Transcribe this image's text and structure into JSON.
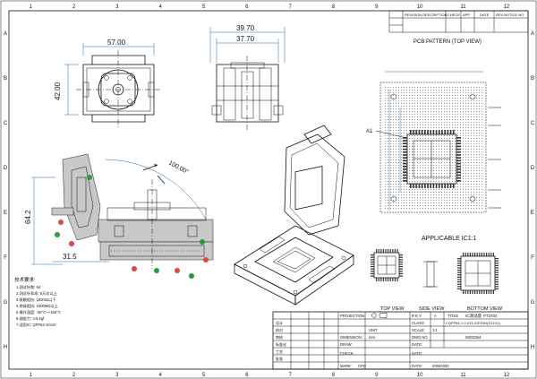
{
  "frame": {
    "col_numbers": [
      "1",
      "2",
      "3",
      "4",
      "5",
      "6",
      "7",
      "8",
      "9",
      "10",
      "11",
      "12"
    ],
    "row_letters": [
      "A",
      "B",
      "C",
      "D",
      "E",
      "F",
      "G",
      "H"
    ]
  },
  "revision_table": {
    "headers": [
      "REVISION DESCRIPTION",
      "CHECK",
      "APP",
      "DATE",
      "REV.NOTICE NO"
    ]
  },
  "views": {
    "top_width": "57.00",
    "top_height": "42.00",
    "side_outer": "39.70",
    "side_inner": "37.70",
    "section_height": "64.2",
    "section_width": "31.5",
    "open_angle": "100.00°",
    "pcb_title": "PCB PATTERN (TOP VIEW)",
    "applicable": "APPLICABLE IC1:1",
    "a1_label": "A1",
    "bottom_labels": [
      "TOP VIEW",
      "SIDE VIEW",
      "BOTTOM VIEW"
    ]
  },
  "notes": {
    "title": "技术要求:",
    "lines": [
      "1.测试针数: 64",
      "2.测试针寿命: 5万次以上",
      "3.接触阻抗: 100mΩ以下",
      "4.绝缘阻抗: 1000MΩ以上",
      "5.操作温度: -55°C~+150°C",
      "6.插拔力: 3-5 kgf",
      "7.适用IC: QFP64-10x10"
    ]
  },
  "title_block": {
    "part_no": "P73702",
    "title_label": "TITLE",
    "title_text": "IC测试座",
    "ic_label": "CQFP64-1.0-013-01F03H(1X1X1)",
    "class_label": "CLASS",
    "rev_label": "R E V",
    "rev_value": "A",
    "scale_label": "SCALE:",
    "scale_value": "1:1",
    "dwg_label": "DWG NO",
    "dwg_value": "0002364",
    "projection_label": "PROJECTION",
    "dimension_label": "DIMENSION:",
    "dimension_value": "mm",
    "draw_label": "DRAW:",
    "check_label": "CHECK:",
    "mark_label": "MARK:",
    "mark_value": "CPG",
    "date_label": "DATE:",
    "date_value": "20040320",
    "unit_label": "UNIT",
    "sign_labels": [
      "设计",
      "校对",
      "审核",
      "标准化",
      "工艺",
      "批准"
    ]
  }
}
